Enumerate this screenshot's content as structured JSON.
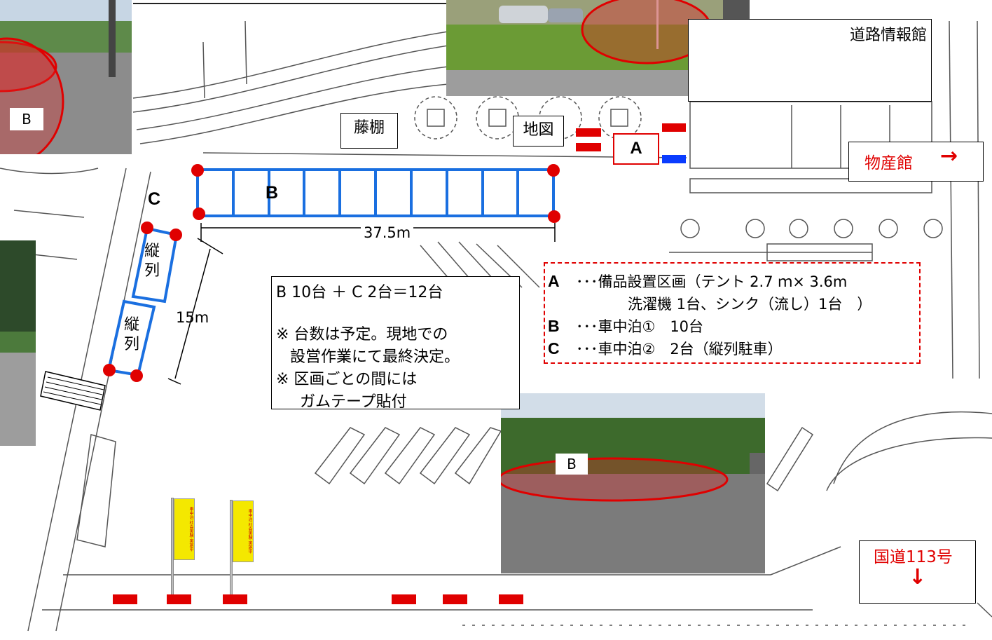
{
  "labels": {
    "road_info_hall": "道路情報館",
    "wisteria": "藤棚",
    "map": "地図",
    "section_a": "A",
    "section_b": "B",
    "section_c": "C",
    "products_hall": "物産館",
    "products_arrow": "→",
    "national_route": "国道113号",
    "route_arrow": "↓",
    "length_b": "37.5m",
    "length_c": "15m",
    "tate_1": "縦列",
    "tate_2": "縦列",
    "photo_b_1": "B",
    "photo_b_2": "B"
  },
  "note": {
    "line1": "B 10台 ＋ C 2台＝12台",
    "line2": "※ 台数は予定。現地での",
    "line3": "設営作業にて最終決定。",
    "line4": "※ 区画ごとの間には",
    "line5": "ガムテープ貼付"
  },
  "legend": {
    "a_key": "A",
    "a_text1": "･･･備品設置区画（テント 2.7 ｍ× 3.6m",
    "a_text2": "洗濯機 1台、シンク（流し）1台　）",
    "b_key": "B",
    "b_text": "･･･車中泊①　10台",
    "c_key": "C",
    "c_text": "･･･車中泊②　2台（縦列駐車）"
  },
  "banner_text": "車中泊 社会実験 実施中",
  "colors": {
    "blue": "#1a6fe0",
    "red": "#e00000",
    "banner_yellow": "#f4e800"
  }
}
